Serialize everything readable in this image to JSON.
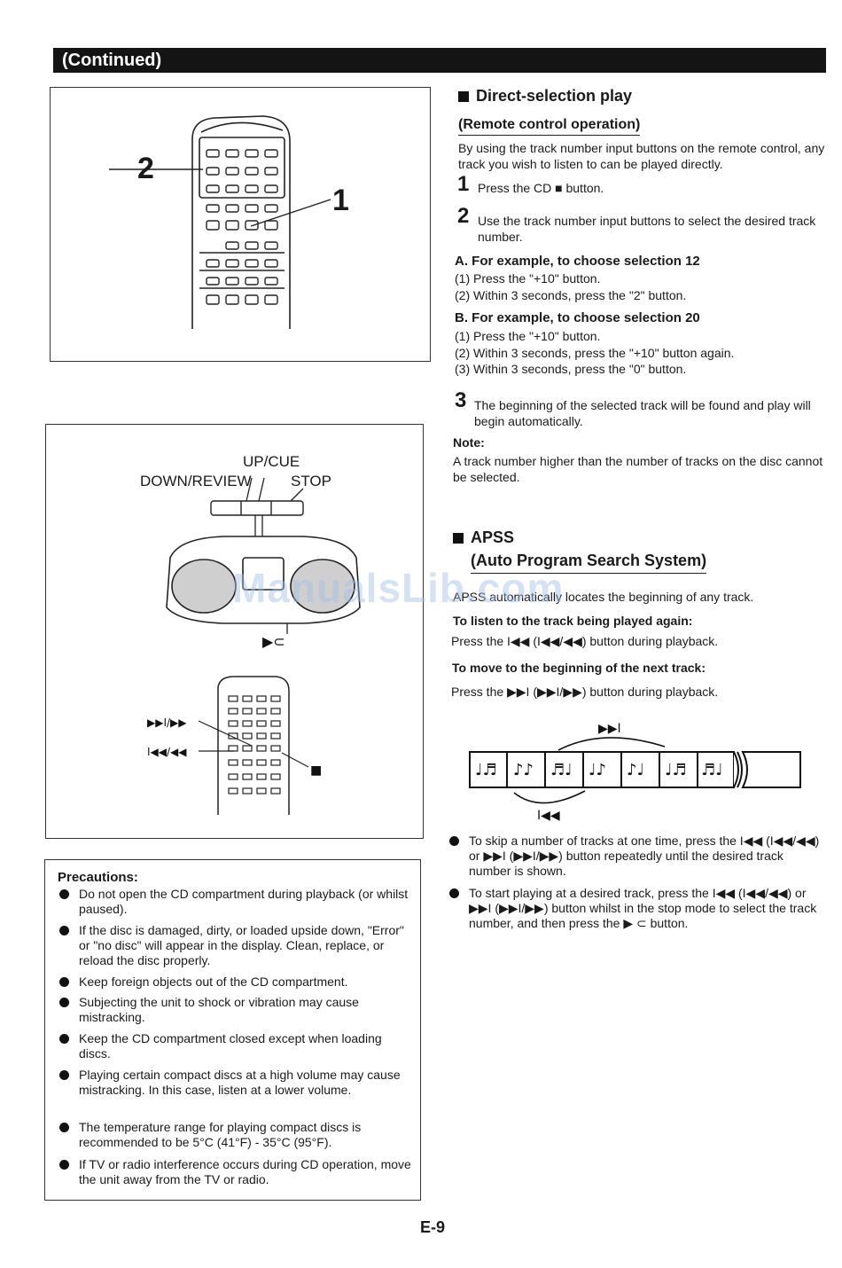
{
  "header": {
    "title": "(Continued)"
  },
  "figure1": {
    "callout_left": "2",
    "callout_right": "1"
  },
  "figure2": {
    "up_cue": "UP/CUE",
    "down_review": "DOWN/REVIEW",
    "stop": "STOP",
    "play_symbol": "▶⊂",
    "next_label": "▶▶I/▶▶",
    "prev_label": "I◀◀/◀◀",
    "stop_symbol": "■"
  },
  "direct": {
    "title": "Direct-selection play",
    "subtitle": "(Remote control operation)",
    "intro": "By using the track number input buttons on the remote control, any track you wish to listen to can be played directly.",
    "step1_num": "1",
    "step1": "Press the CD ■ button.",
    "step2_num": "2",
    "step2": "Use the track number input buttons to select the desired track number.",
    "exA_title": "A. For example, to choose selection 12",
    "exA_1": "(1) Press the \"+10\" button.",
    "exA_2": "(2) Within 3 seconds, press the \"2\" button.",
    "exB_title": "B. For example, to choose selection 20",
    "exB_1": "(1) Press the \"+10\" button.",
    "exB_2": "(2) Within 3 seconds, press the \"+10\" button again.",
    "exB_3": "(3) Within 3 seconds, press the \"0\" button.",
    "step3_num": "3",
    "step3": "The beginning of the selected track will be found and play will begin automatically.",
    "note_label": "Note:",
    "note": "A track number higher than the number of tracks on the disc cannot be selected."
  },
  "apss": {
    "title": "APSS",
    "subtitle": "(Auto Program Search System)",
    "intro": "APSS automatically locates the beginning of any track.",
    "listen_h": "To listen to the track being played again:",
    "listen": "Press the I◀◀ (I◀◀/◀◀) button during playback.",
    "next_h": "To move to the beginning of the next track:",
    "next": "Press the ▶▶I (▶▶I/▶▶) button during playback.",
    "diag_next": "▶▶I",
    "diag_prev": "I◀◀",
    "bullet1": "To skip a number of tracks at one time, press the I◀◀ (I◀◀/◀◀) or ▶▶I (▶▶I/▶▶) button repeatedly until the desired track number is shown.",
    "bullet2": "To start playing at a desired track, press the I◀◀ (I◀◀/◀◀) or ▶▶I (▶▶I/▶▶) button whilst in the stop mode to select the track number, and then press the ▶ ⊂ button."
  },
  "precautions": {
    "title": "Precautions:",
    "items": [
      "Do not open the CD compartment during playback (or whilst paused).",
      "If the disc is damaged, dirty, or loaded upside down, \"Error\" or \"no disc\" will appear in the display. Clean, replace, or reload the disc properly.",
      "Keep foreign objects out of the CD compartment.",
      "Subjecting the unit to shock or vibration may cause mistracking.",
      "Keep the CD compartment closed except when loading discs.",
      "Playing certain compact discs at a high volume may cause mistracking. In this case, listen at a lower volume.",
      "The temperature range for playing compact discs is recommended to be 5°C (41°F) - 35°C (95°F).",
      "If TV or radio interference occurs during CD operation, move the unit away from the TV or radio."
    ]
  },
  "watermark": "ManualsLib.com",
  "page_number": "E-9"
}
